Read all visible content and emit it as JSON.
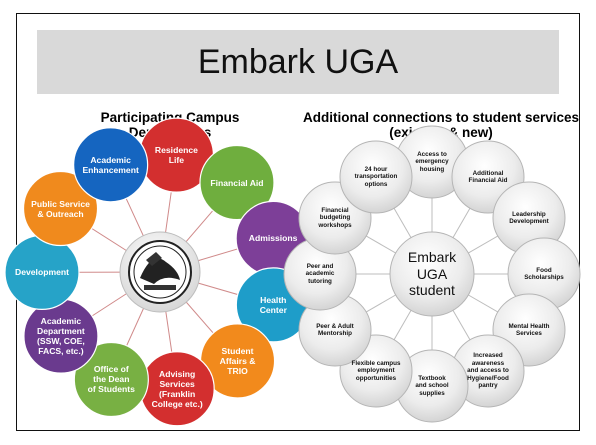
{
  "slide": {
    "title": "Embark UGA"
  },
  "left_panel": {
    "heading": "Participating Campus Departments",
    "hub": "UGA seal",
    "nodes": [
      {
        "label": "Residence\nLife",
        "color": "#d32f2f"
      },
      {
        "label": "Financial Aid",
        "color": "#6fae3e"
      },
      {
        "label": "Admissions",
        "color": "#7d3f98"
      },
      {
        "label": "Health\nCenter",
        "color": "#1e9dc9"
      },
      {
        "label": "Student\nAffairs &\nTRIO",
        "color": "#f28a1c"
      },
      {
        "label": "Advising\nServices\n(Franklin\nCollege etc.)",
        "color": "#d32f2f"
      },
      {
        "label": "Office of\nthe Dean\nof Students",
        "color": "#78b043"
      },
      {
        "label": "Academic\nDepartment\n(SSW, COE,\nFACS, etc.)",
        "color": "#6a3a8e"
      },
      {
        "label": "Development",
        "color": "#26a3c8"
      },
      {
        "label": "Public Service\n& Outreach",
        "color": "#f08a1d"
      },
      {
        "label": "Academic\nEnhancement",
        "color": "#1565c0"
      }
    ]
  },
  "right_panel": {
    "heading": "Additional connections to student services (existing & new)",
    "center": "Embark\nUGA\nstudent",
    "nodes": [
      {
        "label": "Access to\nemergency\nhousing"
      },
      {
        "label": "Additional\nFinancial Aid"
      },
      {
        "label": "Leadership\nDevelopment"
      },
      {
        "label": "Food\nScholarships"
      },
      {
        "label": "Mental Health\nServices"
      },
      {
        "label": "Increased\nawareness\nand access to\nHygiene/Food\npantry"
      },
      {
        "label": "Textbook\nand school\nsupplies"
      },
      {
        "label": "Flexible campus\nemployment\nopportunities"
      },
      {
        "label": "Peer & Adult\nMentorship"
      },
      {
        "label": "Peer and\nacademic\ntutoring"
      },
      {
        "label": "Financial\nbudgeting\nworkshops"
      },
      {
        "label": "24 hour\ntransportation\noptions"
      }
    ]
  }
}
